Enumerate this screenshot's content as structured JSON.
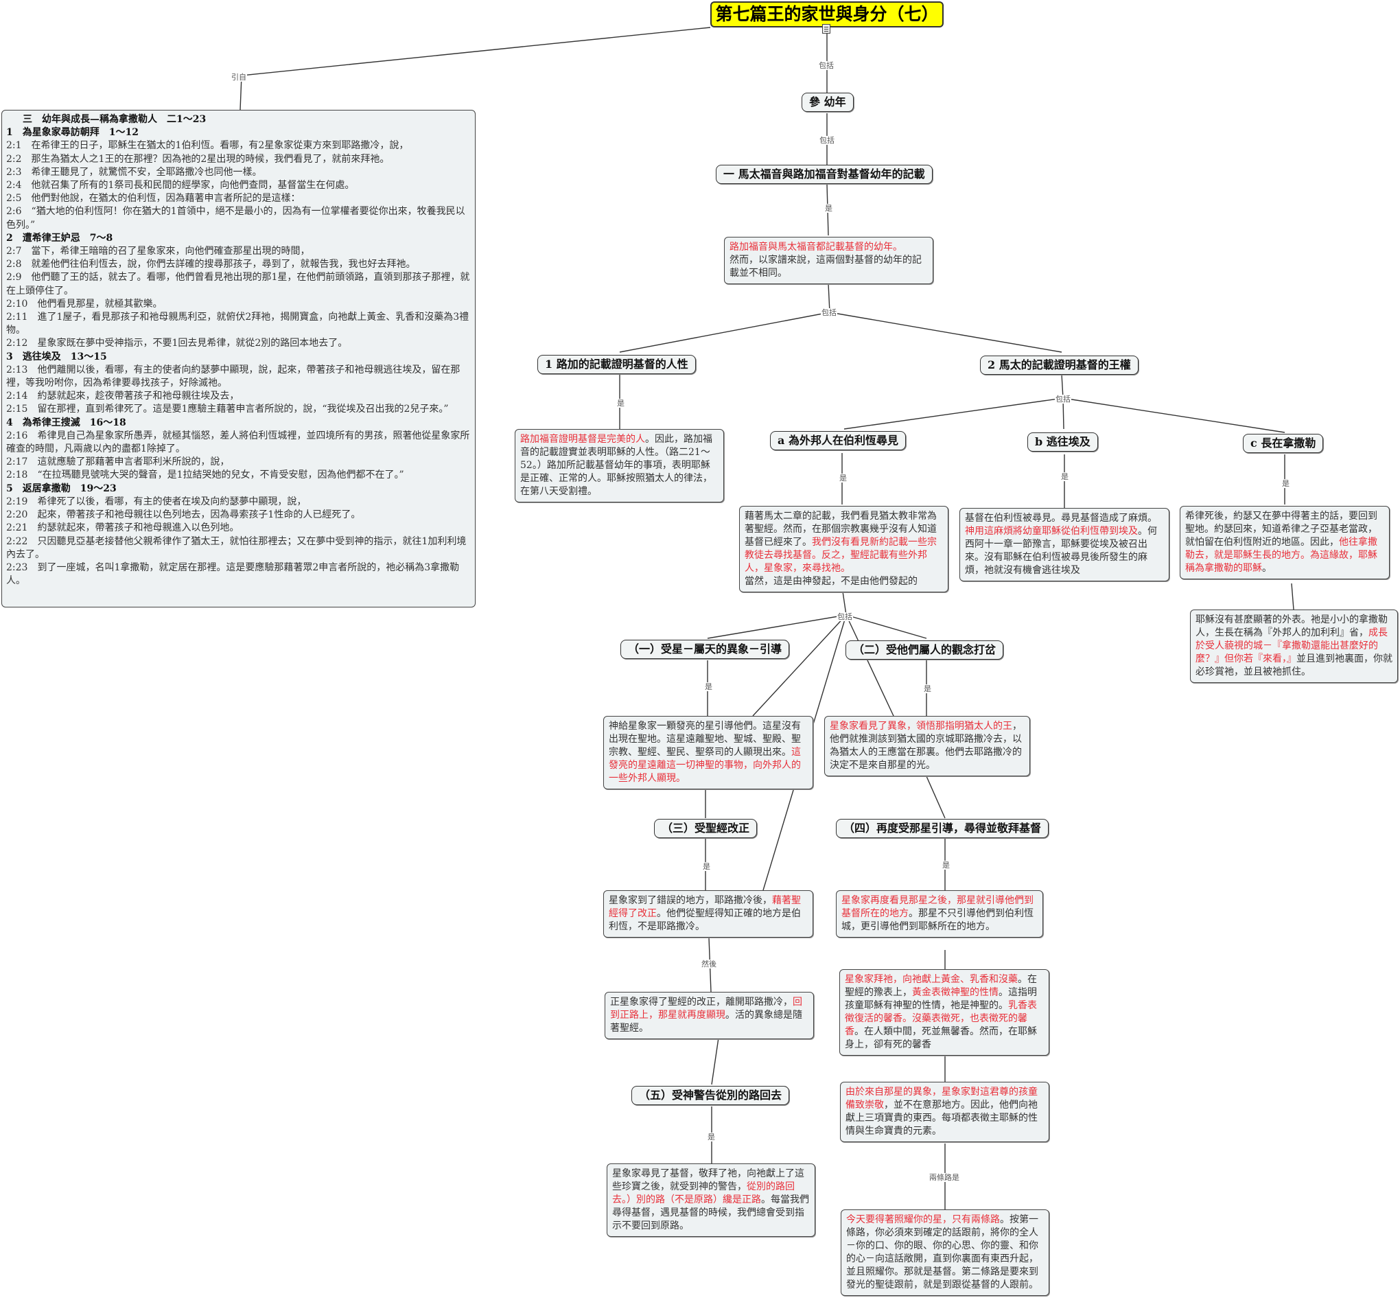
{
  "title": "第七篇王的家世與身分（七）",
  "edge_labels": {
    "cite": "引自",
    "include": "包括",
    "is": "是",
    "then": "然後",
    "two_ways": "兩條路是"
  },
  "nodes": {
    "n1": "參 幼年",
    "n2": "一 馬太福音與路加福音對基督幼年的記載",
    "n3": [
      "路加福音與馬太福音都記載基督的幼年。",
      "然而，以家譜來說，這兩個對基督的幼年的記載並不相同。"
    ],
    "n4": "1 路加的記載證明基督的人性",
    "n5": "2 馬太的記載證明基督的王權",
    "n6": [
      "路加福音證明基督是完美的人",
      "。因此，路加福音的記載證實並表明耶穌的人性。（路二21～52。）路加所記載基督幼年的事項，表明耶穌是正確、正常的人。耶穌按照猶太人的律法，在第八天受割禮。"
    ],
    "n7": "a 為外邦人在伯利恆尋見",
    "n8": "b 逃往埃及",
    "n9": "c 長在拿撒勒",
    "n10": [
      "藉著馬太二章的記載，我們看見猶太教非常為著聖經。然而，在那個宗教裏幾乎沒有人知道基督已經來了。",
      "我們沒有看見新約記載一些宗教徒去尋找基督。反之，聖經記載有些外邦人，星象家，來尋找祂。",
      "當然，這是由神發起，不是由他們發起的"
    ],
    "n11": [
      "基督在伯利恆被尋見。尋見基督造成了麻煩。",
      "神用這麻煩將幼童耶穌從伯利恆帶到埃及",
      "。何西阿十一章一節豫言，耶穌要從埃及被召出來。沒有耶穌在伯利恆被尋見後所發生的麻煩，祂就沒有機會逃往埃及"
    ],
    "n12": [
      "希律死後，約瑟又在夢中得著主的話，要回到聖地。約瑟回來，知道希律之子亞基老當政，就怕留在伯利恆附近的地區。因此，",
      "他往拿撒勒去，就是耶穌生長的地方。為這緣故，耶穌稱為拿撒勒的耶穌",
      "。"
    ],
    "n13": [
      "耶穌沒有甚麼顯著的外表。祂是小小的拿撒勒人，生長在稱為『外邦人的加利利』省，",
      "成長於受人藐視的城－『拿撒勒還能出甚麼好的麼？』但你若『來看，』",
      "並且進到祂裏面，你就必珍賞祂，並且被祂抓住。"
    ],
    "n14": "（一）受星－屬天的異象－引導",
    "n15": "（二）受他們屬人的觀念打岔",
    "n16": [
      "神給星象家一顆發亮的星引導他們。這星沒有出現在聖地。這星遠離聖地、聖城、聖殿、聖宗教、聖經、聖民、聖祭司的人顯現出來。",
      "這發亮的星遠離這一切神聖的事物，向外邦人的一些外邦人顯現。"
    ],
    "n17": [
      "星象家看見了異象，領悟那指明猶太人的王",
      "，他們就推測該到猶太國的京城耶路撒冷去，以為猶太人的王應當在那裏。他們去耶路撒冷的決定不是來自那星的光。"
    ],
    "n18": "（三）受聖經改正",
    "n19": "（四）再度受那星引導，尋得並敬拜基督",
    "n20": [
      "星象家到了錯誤的地方，耶路撒冷後，",
      "藉著聖經得了改正",
      "。他們從聖經得知正確的地方是伯利恆，不是耶路撒冷。"
    ],
    "n21": [
      "星象家再度看見那星之後，那星就引導他們到基督所在的地方",
      "。那星不只引導他們到伯利恆城，更引導他們到耶穌所在的地方。"
    ],
    "n22": [
      "正星象家得了聖經的改正，離開耶路撒冷，",
      "回到正路上，那星就再度顯現",
      "。活的異象總是隨著聖經。"
    ],
    "n23": [
      "星象家拜祂，向祂獻上黃金、乳香和沒藥",
      "。在聖經的豫表上，",
      "黃金表徵神聖的性情",
      "。這指明孩童耶穌有神聖的性情，祂是神聖的。",
      "乳香表徵復活的馨香。沒藥表徵死，也表徵死的馨香",
      "。在人類中間，死並無馨香。然而，在耶穌身上，卻有死的馨香"
    ],
    "n24": "（五）受神警告從別的路回去",
    "n25": [
      "由於來自那星的異象，星象家對這君尊的孩童備致崇敬",
      "，並不在意那地方。因此，他們向祂獻上三項寶貴的東西。每項都表徵主耶穌的性情與生命寶貴的元素。"
    ],
    "n26": [
      "星象家尋見了基督，敬拜了祂，向祂獻上了這些珍寶之後，就受到神的警告，",
      "從別的路回去。）別的路（不是原路）纔是正路",
      "。每當我們尋得基督，遇見基督的時候，我們總會受到指示不要回到原路。"
    ],
    "n27": [
      "今天要得著照耀你的星，只有兩條路",
      "。按第一條路，你必須來到確定的話跟前，將你的全人－你的口、你的眼、你的心思、你的靈、和你的心－向這話敞開，直到你裏面有東西升起，並且照耀你。那就是基督。第二條路是要來到發光的聖徒跟前，就是到跟從基督的人跟前。"
    ]
  },
  "bible": {
    "heading": "三　幼年與成長—稱為拿撒勒人　二1～23",
    "lines": [
      {
        "sec": true,
        "t": "1　為星象家尋訪朝拜　1～12"
      },
      {
        "t": "2:1　在希律王的日子，耶穌生在猶太的1伯利恆。看哪，有2星象家從東方來到耶路撒冷，說，"
      },
      {
        "t": "2:2　那生為猶太人之1王的在那裡？因為祂的2星出現的時候，我們看見了，就前來拜祂。"
      },
      {
        "t": "2:3　希律王聽見了，就驚慌不安，全耶路撒冷也同他一樣。"
      },
      {
        "t": "2:4　他就召集了所有的1祭司長和民間的經學家，向他們查問，基督當生在何處。"
      },
      {
        "t": "2:5　他們對他說，在猶太的伯利恆，因為藉著申言者所記的是這樣："
      },
      {
        "t": "2:6　“猶大地的伯利恆阿！你在猶大的1首領中，絕不是最小的，因為有一位掌權者要從你出來，牧養我民以色列。”"
      },
      {
        "sec": true,
        "t": "2　遭希律王妒忌　7～8"
      },
      {
        "t": "2:7　當下，希律王暗暗的召了星象家來，向他們確查那星出現的時間，"
      },
      {
        "t": "2:8　就差他們往伯利恆去，說，你們去詳確的搜尋那孩子，尋到了，就報告我，我也好去拜祂。"
      },
      {
        "t": "2:9　他們聽了王的話，就去了。看哪，他們曾看見祂出現的那1星，在他們前頭領路，直領到那孩子那裡，就在上頭停住了。"
      },
      {
        "t": "2:10　他們看見那星，就極其歡樂。"
      },
      {
        "t": "2:11　進了1屋子，看見那孩子和祂母親馬利亞，就俯伏2拜祂，揭開寶盒，向祂獻上黃金、乳香和沒藥為3禮物。"
      },
      {
        "t": "2:12　星象家既在夢中受神指示，不要1回去見希律，就從2別的路回本地去了。"
      },
      {
        "sec": true,
        "t": "3　逃往埃及　13～15"
      },
      {
        "t": "2:13　他們離開以後，看哪，有主的使者向約瑟夢中顯現，說，起來，帶著孩子和祂母親逃往埃及，留在那裡，等我吩咐你，因為希律要尋找孩子，好除滅祂。"
      },
      {
        "t": "2:14　約瑟就起來，趁夜帶著孩子和祂母親往埃及去，"
      },
      {
        "t": "2:15　留在那裡，直到希律死了。這是要1應驗主藉著申言者所說的，說，“我從埃及召出我的2兒子來。”"
      },
      {
        "sec": true,
        "t": "4　為希律王搜滅　16～18"
      },
      {
        "t": "2:16　希律見自己為星象家所愚弄，就極其惱怒，差人將伯利恆城裡，並四境所有的男孩，照著他從星象家所確查的時間，凡兩歲以內的盡都1除掉了。"
      },
      {
        "t": "2:17　這就應驗了那藉著申言者耶利米所說的，說，"
      },
      {
        "t": "2:18　“在拉瑪聽見號咷大哭的聲音，是1拉結哭她的兒女，不肯受安慰，因為他們都不在了。”"
      },
      {
        "sec": true,
        "t": "5　返居拿撒勒　19～23"
      },
      {
        "t": "2:19　希律死了以後，看哪，有主的使者在埃及向約瑟夢中顯現，說，"
      },
      {
        "t": "2:20　起來，帶著孩子和祂母親往以色列地去，因為尋索孩子1性命的人已經死了。"
      },
      {
        "t": "2:21　約瑟就起來，帶著孩子和祂母親進入以色列地。"
      },
      {
        "t": "2:22　只因聽見亞基老接替他父親希律作了猶太王，就怕往那裡去；又在夢中受到神的指示，就往1加利利境內去了。"
      },
      {
        "t": "2:23　到了一座城，名叫1拿撒勒，就定居在那裡。這是要應驗那藉著眾2申言者所說的，祂必稱為3拿撒勒人。"
      }
    ]
  }
}
